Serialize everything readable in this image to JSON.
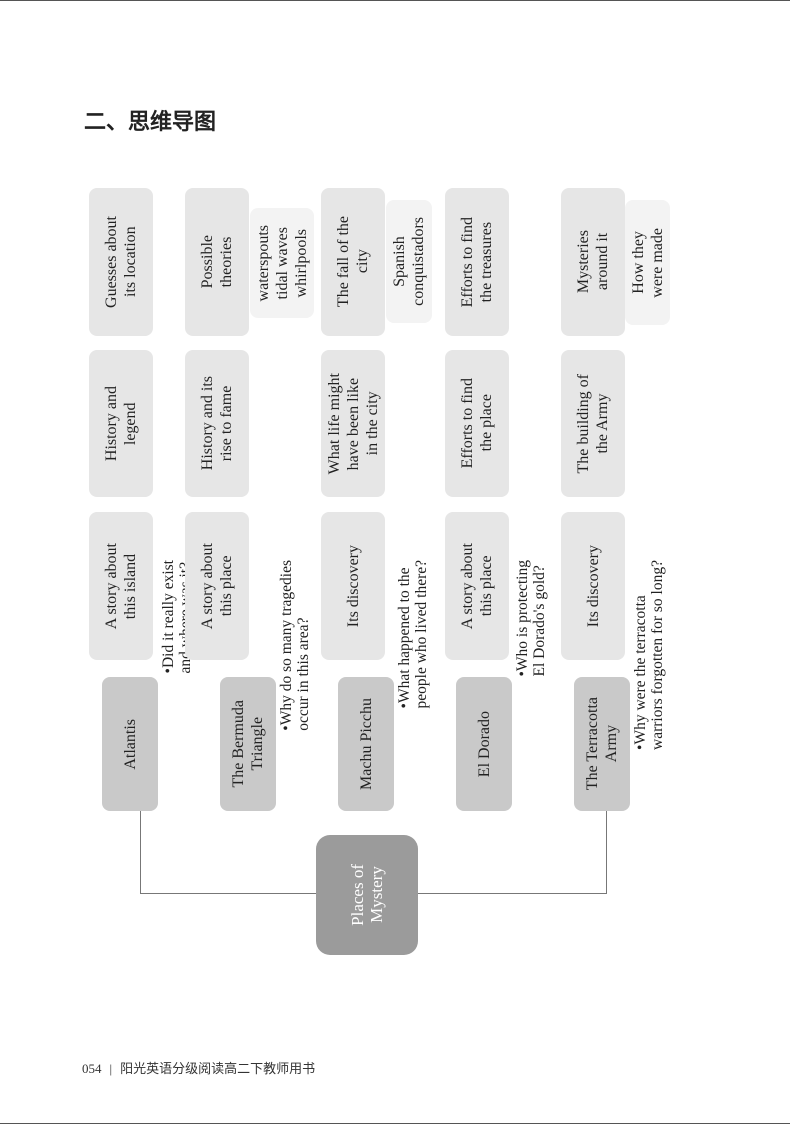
{
  "heading": "二、思维导图",
  "center": "Places of\nMystery",
  "places": [
    {
      "name": "Atlantis",
      "question": "•Did it really exist\nand where was it?",
      "topics": [
        "A story about\nthis island",
        "History and\nlegend",
        "Guesses about\nits location"
      ],
      "extra": null
    },
    {
      "name": "The Bermuda\nTriangle",
      "question": "•Why do so many tragedies\noccur in this area?",
      "topics": [
        "A story about\nthis place",
        "History and its\nrise to fame",
        "Possible\ntheories"
      ],
      "extra": "waterspouts\ntidal waves\nwhirlpools"
    },
    {
      "name": "Machu Picchu",
      "question": "•What happened to the\npeople who lived there?",
      "topics": [
        "Its discovery",
        "What life might\nhave been like\nin the city",
        "The fall of the\ncity"
      ],
      "extra": "Spanish\nconquistadors"
    },
    {
      "name": "El Dorado",
      "question": "•Who is protecting\nEl Dorado's gold?",
      "topics": [
        "A story about\nthis place",
        "Efforts to find\nthe place",
        "Efforts to find\nthe treasures"
      ],
      "extra": null
    },
    {
      "name": "The Terracotta\nArmy",
      "question": "•Why were the terracotta\nwarriors forgotten for so long?",
      "topics": [
        "Its discovery",
        "The building of\nthe Army",
        "Mysteries\naround it"
      ],
      "extra": "How they\nwere made"
    }
  ],
  "footer": {
    "page": "054",
    "sep": "|",
    "book": "阳光英语分级阅读高二下教师用书"
  }
}
